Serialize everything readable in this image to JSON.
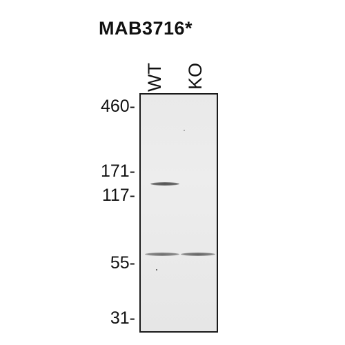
{
  "title": "MAB3716*",
  "lanes": [
    "WT",
    "KO"
  ],
  "markers": [
    {
      "label": "460-",
      "kda": 460
    },
    {
      "label": "171-",
      "kda": 171
    },
    {
      "label": "117-",
      "kda": 117
    },
    {
      "label": "55-",
      "kda": 55
    },
    {
      "label": "31-",
      "kda": 31
    }
  ],
  "bands": [
    {
      "lane": "WT",
      "approx_kda": 140
    },
    {
      "lane": "WT",
      "approx_kda": 60
    },
    {
      "lane": "KO",
      "approx_kda": 60
    }
  ]
}
